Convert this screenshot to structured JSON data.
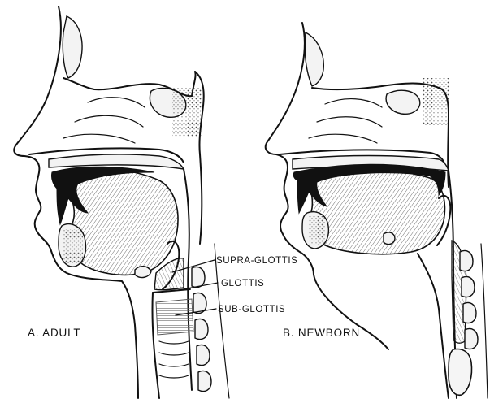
{
  "labels": {
    "supra_glottis": "SUPRA-GLOTTIS",
    "glottis": "GLOTTIS",
    "sub_glottis": "SUB-GLOTTIS"
  },
  "captions": {
    "adult": "A. ADULT",
    "newborn": "B. NEWBORN"
  }
}
